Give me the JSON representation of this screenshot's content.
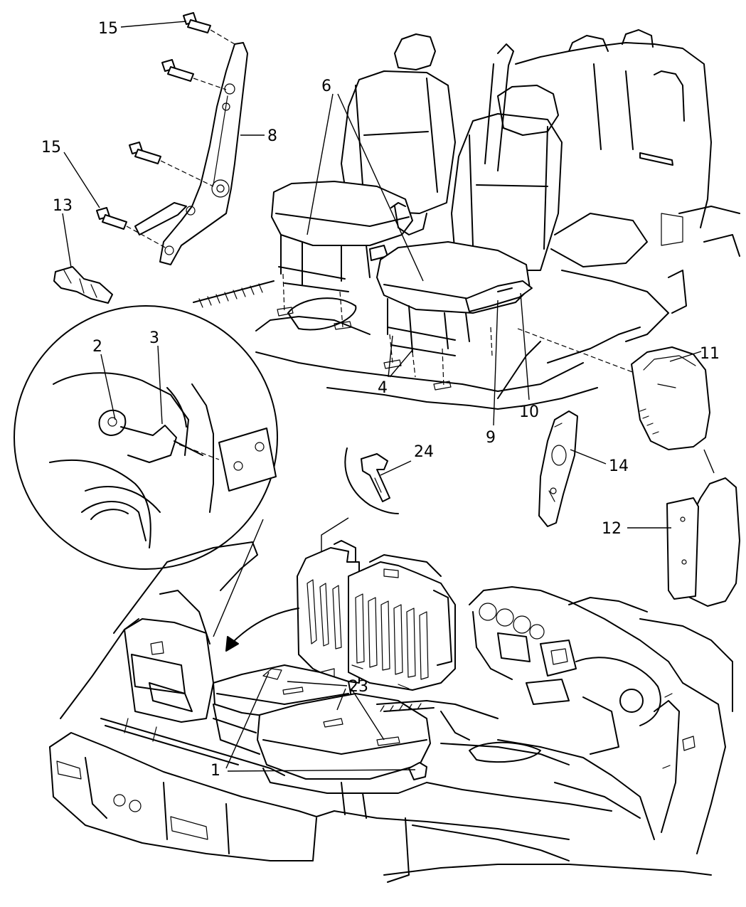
{
  "callouts": {
    "c1": "1",
    "c2": "2",
    "c3": "3",
    "c4": "4",
    "c6": "6",
    "c8": "8",
    "c9": "9",
    "c10": "10",
    "c11": "11",
    "c12": "12",
    "c13": "13",
    "c14": "14",
    "c15a": "15",
    "c15b": "15",
    "c23": "23",
    "c24": "24"
  }
}
